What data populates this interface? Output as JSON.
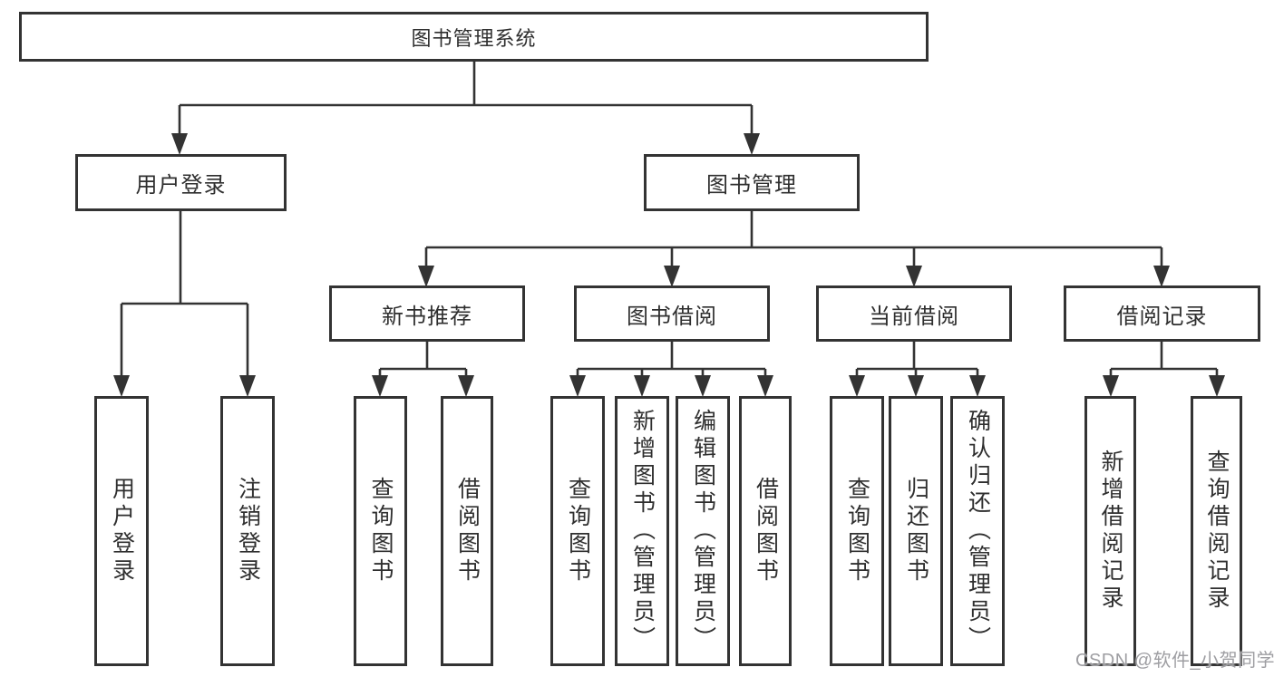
{
  "diagram": {
    "title": {
      "label": "图书管理系统"
    },
    "level2": [
      {
        "label": "用户登录"
      },
      {
        "label": "图书管理"
      }
    ],
    "level3": [
      {
        "label": "新书推荐"
      },
      {
        "label": "图书借阅"
      },
      {
        "label": "当前借阅"
      },
      {
        "label": "借阅记录"
      }
    ],
    "leafGroups": [
      {
        "parent": "用户登录",
        "children": [
          "用户登录",
          "注销登录"
        ]
      },
      {
        "parent": "新书推荐",
        "children": [
          "查询图书",
          "借阅图书"
        ]
      },
      {
        "parent": "图书借阅",
        "children": [
          "查询图书",
          "新增图书（管理员）",
          "编辑图书（管理员）",
          "借阅图书"
        ]
      },
      {
        "parent": "当前借阅",
        "children": [
          "查询图书",
          "归还图书",
          "确认归还（管理员）"
        ]
      },
      {
        "parent": "借阅记录",
        "children": [
          "新增借阅记录",
          "查询借阅记录"
        ]
      }
    ]
  },
  "watermark": "CSDN @软件_小贺同学",
  "colors": {
    "line": "#333333",
    "border": "#333333",
    "text": "#2f2f2f",
    "watermark": "#9e9ea2",
    "background": "#ffffff"
  }
}
